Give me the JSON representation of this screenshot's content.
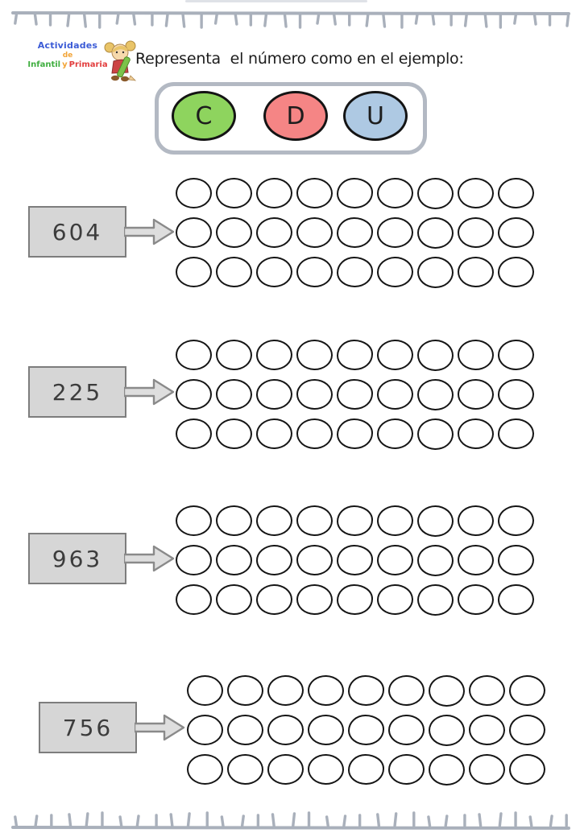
{
  "header": {
    "logo": {
      "line1": "Actividades",
      "line2": "de",
      "line3_part1": "Infantil",
      "line3_part2": "y",
      "line3_part3": "Primaria",
      "colors": {
        "line1": "#3b5bd6",
        "line2": "#f2a437",
        "part1": "#3fae3f",
        "part2": "#f2a437",
        "part3": "#e23d3d"
      },
      "mascot_icon": "child-with-pencil-icon"
    },
    "title": "Representa  el número como en el ejemplo:"
  },
  "legend": {
    "items": [
      {
        "label": "C",
        "fill": "#8ed45e"
      },
      {
        "label": "D",
        "fill": "#f58585"
      },
      {
        "label": "U",
        "fill": "#aec9e3"
      }
    ]
  },
  "exercises": [
    {
      "number": "604",
      "grid": {
        "rows": 3,
        "cols": 9
      }
    },
    {
      "number": "225",
      "grid": {
        "rows": 3,
        "cols": 9
      }
    },
    {
      "number": "963",
      "grid": {
        "rows": 3,
        "cols": 9
      }
    },
    {
      "number": "756",
      "grid": {
        "rows": 3,
        "cols": 9
      }
    }
  ],
  "decor": {
    "border_color": "#a9b0bb",
    "top_tick_count": 34,
    "bottom_tick_count": 33
  },
  "colors": {
    "box_fill": "#d6d6d6",
    "box_border": "#7d7d7d",
    "oval_stroke": "#151515",
    "card_border": "#b3b9c3",
    "arrow_fill": "#dedede",
    "arrow_stroke": "#8a8a8a"
  }
}
